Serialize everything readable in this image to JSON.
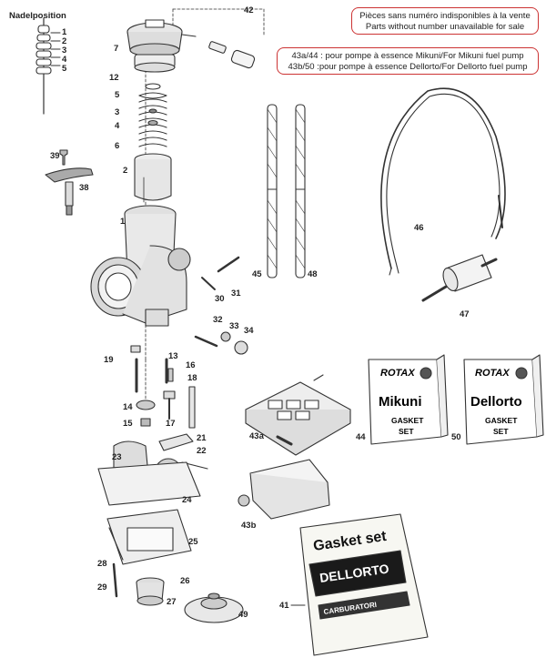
{
  "notes": {
    "not_available_fr": "Pièces sans numéro indisponibles à la vente",
    "not_available_en": "Parts without number unavailable for sale",
    "pump_mikuni": "43a/44 : pour pompe à essence Mikuni/For Mikuni fuel pump",
    "pump_dellorto": "43b/50 :pour pompe à essence Dellorto/For Dellorto fuel pump"
  },
  "needle_position": {
    "title": "Nadelposition",
    "positions": [
      "1",
      "2",
      "3",
      "4",
      "5"
    ]
  },
  "gasket_cards": {
    "mikuni": {
      "brand": "ROTAX",
      "name": "Mikuni",
      "line1": "GASKET",
      "line2": "SET"
    },
    "dellorto": {
      "brand": "ROTAX",
      "name": "Dellorto",
      "line1": "GASKET",
      "line2": "SET"
    }
  },
  "gasket_package": {
    "title": "Gasket set",
    "brand": "DELLORTO",
    "line": "CARBURATORI"
  },
  "part_labels": {
    "p1": "1",
    "p2": "2",
    "p3": "3",
    "p4": "4",
    "p5": "5",
    "p6": "6",
    "p7": "7",
    "p12": "12",
    "p13": "13",
    "p14": "14",
    "p15": "15",
    "p16": "16",
    "p17": "17",
    "p18": "18",
    "p19": "19",
    "p21": "21",
    "p22": "22",
    "p23": "23",
    "p24": "24",
    "p25": "25",
    "p26": "26",
    "p27": "27",
    "p28": "28",
    "p29": "29",
    "p30": "30",
    "p31": "31",
    "p32": "32",
    "p33": "33",
    "p34": "34",
    "p38": "38",
    "p39": "39",
    "p41": "41",
    "p42": "42",
    "p43a": "43a",
    "p43b": "43b",
    "p44": "44",
    "p45": "45",
    "p46": "46",
    "p47": "47",
    "p48": "48",
    "p49": "49",
    "p50": "50"
  }
}
